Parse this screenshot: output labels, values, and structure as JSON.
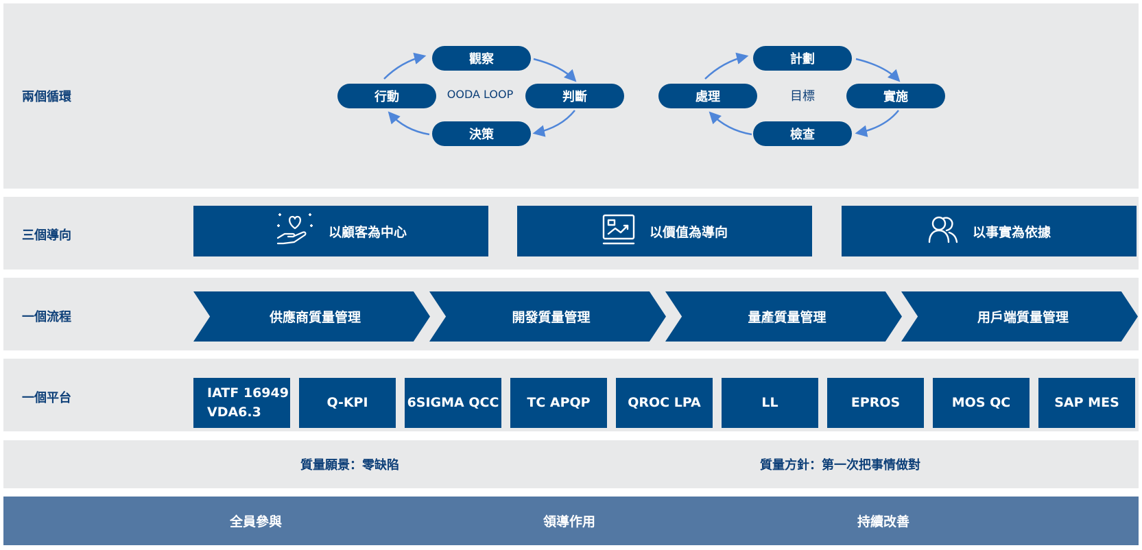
{
  "rows": {
    "two_loops": "兩個循環",
    "three_orientations": "三個導向",
    "one_process": "一個流程",
    "one_platform": "一個平台"
  },
  "ooda": {
    "top": "觀察",
    "right": "判斷",
    "bottom": "決策",
    "left": "行動",
    "center": "OODA LOOP"
  },
  "pdca": {
    "top": "計劃",
    "right": "實施",
    "bottom": "檢查",
    "left": "處理",
    "center": "目標"
  },
  "orientations": [
    {
      "label": "以顧客為中心",
      "icon": "hand-heart-icon"
    },
    {
      "label": "以價值為導向",
      "icon": "monitor-chart-icon"
    },
    {
      "label": "以事實為依據",
      "icon": "people-icon"
    }
  ],
  "process": [
    "供應商質量管理",
    "開發質量管理",
    "量產質量管理",
    "用戶端質量管理"
  ],
  "platform": {
    "first_line1": "IATF 16949",
    "first_line2": "VDA6.3",
    "items": [
      "Q-KPI",
      "6SIGMA QCC",
      "TC APQP",
      "QROC LPA",
      "LL",
      "EPROS",
      "MOS QC",
      "SAP MES"
    ]
  },
  "policy": {
    "vision": "質量願景：零缺陷",
    "guideline": "質量方針：第一次把事情做對"
  },
  "foundation": [
    "全員參與",
    "領導作用",
    "持續改善"
  ],
  "colors": {
    "primary": "#004b87",
    "label_text": "#0d3f78",
    "band_bg": "#e8e9ea",
    "base_bg": "#5378a3",
    "arrow": "#4f86d9"
  }
}
